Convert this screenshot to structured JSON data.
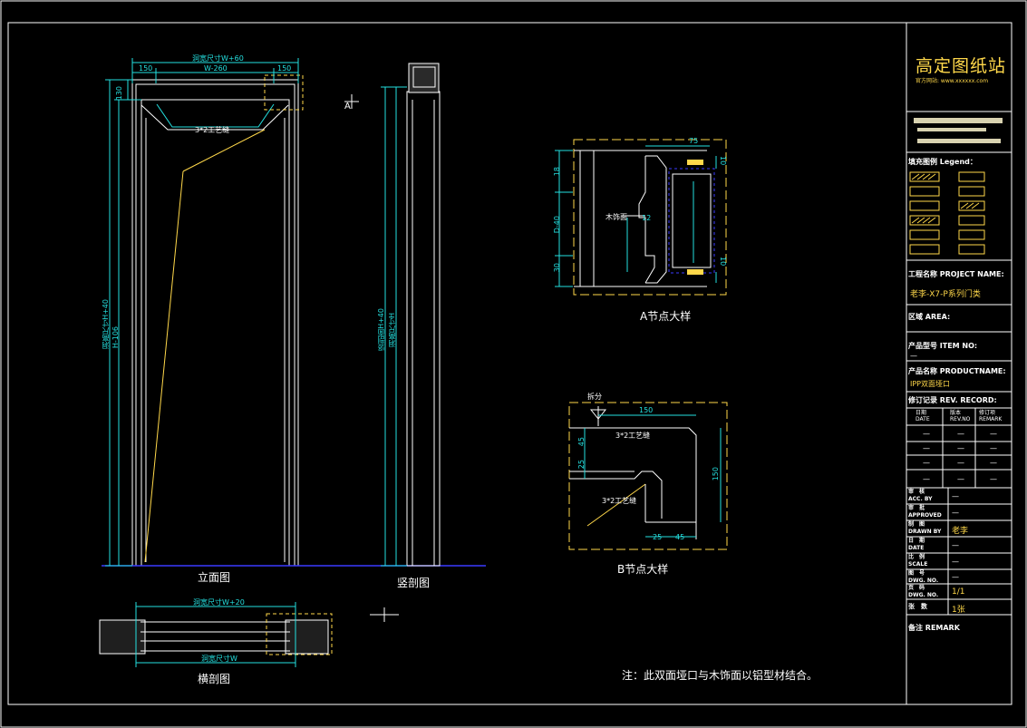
{
  "views": {
    "elevation": "立面图",
    "vertical_section": "竖剖图",
    "horizontal_section": "横剖图",
    "detail_a": "A节点大样",
    "detail_b": "B节点大样"
  },
  "note": "注：此双面垭口与木饰面以铝型材结合。",
  "callouts": {
    "craft_seam_1": "3*2工艺缝",
    "craft_seam_2": "3*2工艺缝",
    "craft_seam_3": "3*2工艺缝",
    "split": "拆分",
    "wood_strip": "木饰面"
  },
  "dimensions": {
    "top_total": "洞宽尺寸W+60",
    "top_w": "W-260",
    "top_left": "150",
    "top_right": "150",
    "left_top": "130",
    "left_vertical_1": "洞高尺寸H+40",
    "left_vertical_2": "H-106",
    "section_vertical_1": "竖剖面H+40",
    "section_vertical_2": "洞高尺寸H",
    "bottom_total": "洞宽尺寸W+20",
    "bottom_inner": "洞宽尺寸W",
    "a_top": "75",
    "a_18": "18",
    "a_10": "10",
    "a_30": "30",
    "a_D40": "D-40",
    "a_10b": "10",
    "a_12": "12",
    "b_150": "150",
    "b_45": "45",
    "b_25": "25",
    "b_150v": "150",
    "b_25b": "25",
    "b_45b": "45"
  },
  "title_block": {
    "logo": "高定图纸站",
    "website": "官方网站: www.xxxxxx.com",
    "legend_title": "填充图例 Legend：",
    "project_label": "工程名称 PROJECT NAME:",
    "project_value": "老李-X7-P系列门类",
    "area_label": "区域 AREA:",
    "item_label": "产品型号 ITEM NO:",
    "item_value": "—",
    "product_label": "产品名称 PRODUCTNAME:",
    "product_value": "IPP双面垭口",
    "revision_label": "修订记录 REV. RECORD:",
    "rev_headers": [
      "日期\nDATE",
      "版本\nREV.NO",
      "修订项\nREMARK"
    ],
    "rev_rows": [
      [
        "—",
        "—",
        "—"
      ],
      [
        "—",
        "—",
        "—"
      ],
      [
        "—",
        "—",
        "—"
      ],
      [
        "—",
        "—",
        "—"
      ]
    ],
    "fields": [
      {
        "label": "审　核\nACC. BY",
        "value": "—"
      },
      {
        "label": "审　批\nAPPROVED",
        "value": "—"
      },
      {
        "label": "制　图\nDRAWN BY",
        "value": "老李"
      },
      {
        "label": "日　期\nDATE",
        "value": "—"
      },
      {
        "label": "比　例\nSCALE",
        "value": "—"
      },
      {
        "label": "图　号\nDWG. NO.",
        "value": "—"
      },
      {
        "label": "页　码\nDWG. NO.",
        "value": "1/1"
      },
      {
        "label": "张　数",
        "value": "1张"
      }
    ],
    "remark_label": "备注 REMARK"
  },
  "colors": {
    "frame": "#ffffff",
    "dimension": "#24e0e0",
    "detail": "#ffd84a",
    "hidden": "#3a3aff"
  }
}
